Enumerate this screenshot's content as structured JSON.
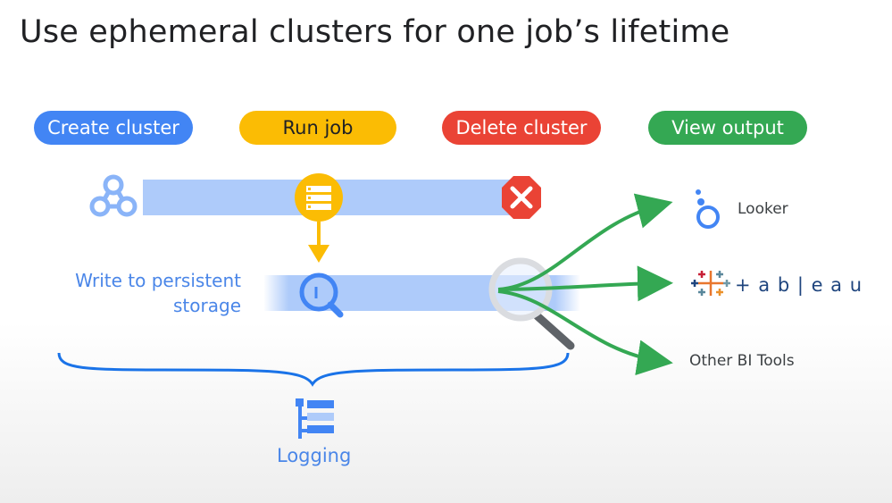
{
  "title": "Use ephemeral clusters for one job’s lifetime",
  "steps": {
    "create_cluster": "Create cluster",
    "run_job": "Run job",
    "delete_cluster": "Delete cluster",
    "view_output": "View output"
  },
  "storage": {
    "line1": "Write to persistent",
    "line2": "storage"
  },
  "logging_label": "Logging",
  "outputs": {
    "looker": "Looker",
    "tableau": "+ a b | e a u",
    "other": "Other BI Tools"
  },
  "colors": {
    "blue": "#4285f4",
    "yellow": "#fbbc04",
    "red": "#ea4335",
    "green": "#34a853",
    "light_blue_bar": "#aecbfa"
  },
  "icons": [
    "dataproc-icon",
    "job-server-icon",
    "delete-icon",
    "storage-magnifier-icon",
    "bigquery-magnifier-icon",
    "logging-icon",
    "looker-icon",
    "tableau-icon"
  ]
}
